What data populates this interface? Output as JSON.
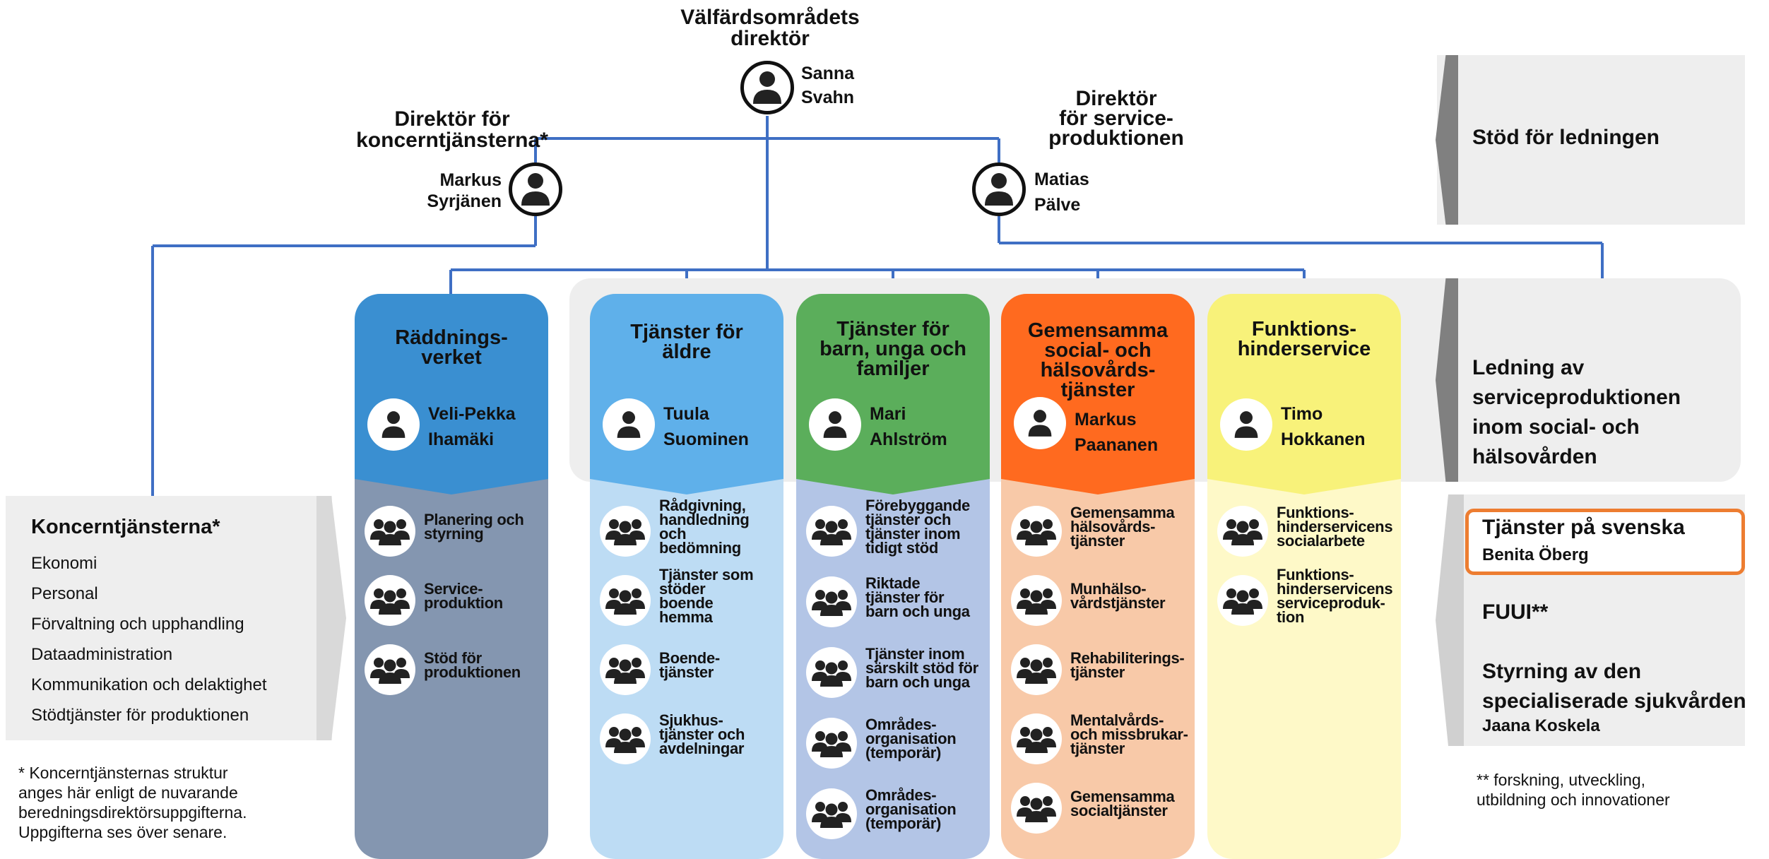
{
  "colors": {
    "line": "#3F6FC4",
    "raddning_top": "#3A8FD1",
    "raddning_bottom": "#8496B0",
    "aldre_top": "#5FB0EA",
    "aldre_bottom": "#BDDCF4",
    "barn_top": "#5BAE5B",
    "barn_bottom": "#B3C5E6",
    "gemensamma_top": "#FF6A1F",
    "gemensamma_bottom": "#F8C9A8",
    "funktion_top": "#F8F27A",
    "funktion_bottom": "#FEF9C8",
    "highlight_border": "#ED7D31"
  },
  "top": {
    "title": "Välfärdsområdets direktör",
    "name_first": "Sanna",
    "name_last": "Svahn"
  },
  "left_director": {
    "title_line1": "Direktör för",
    "title_line2": "koncerntjänsterna*",
    "name_first": "Markus",
    "name_last": "Syrjänen"
  },
  "right_director": {
    "title_line1": "Direktör",
    "title_line2": "för service-",
    "title_line3": "produktionen",
    "name_first": "Matias",
    "name_last": "Pälve"
  },
  "columns": [
    {
      "title": "Räddnings-\nverket",
      "head_first": "Veli-Pekka",
      "head_last": "Ihamäki",
      "items": [
        "Planering och\nstyrning",
        "Service-\nproduktion",
        "Stöd för\nproduktionen"
      ]
    },
    {
      "title": "Tjänster för\näldre",
      "head_first": "Tuula",
      "head_last": "Suominen",
      "items": [
        "Rådgivning,\nhandledning\noch\nbedömning",
        "Tjänster som\nstöder\nboende\nhemma",
        "Boende-\ntjänster",
        "Sjukhus-\ntjänster och\navdelningar"
      ]
    },
    {
      "title": "Tjänster för\nbarn, unga och\nfamiljer",
      "head_first": "Mari",
      "head_last": "Ahlström",
      "items": [
        "Förebyggande\ntjänster och\ntjänster inom\ntidigt stöd",
        "Riktade\ntjänster för\nbarn och unga",
        "Tjänster inom\nsärskilt stöd för\nbarn och unga",
        "Områdes-\norganisation\n(temporär)",
        "Områdes-\norganisation\n(temporär)"
      ]
    },
    {
      "title": "Gemensamma\nsocial- och\nhälsovårds-\ntjänster",
      "head_first": "Markus",
      "head_last": "Paananen",
      "items": [
        "Gemensamma\nhälsovårds-\ntjänster",
        "Munhälso-\nvårdstjänster",
        "Rehabiliterings-\ntjänster",
        "Mentalvårds-\noch missbrukar-\ntjänster",
        "Gemensamma\nsocialtjänster"
      ]
    },
    {
      "title": "Funktions-\nhinderservice",
      "head_first": "Timo",
      "head_last": "Hokkanen",
      "items": [
        "Funktions-\nhinderservicens\nsocialarbete",
        "Funktions-\nhinderservicens\nserviceproduk-\ntion"
      ]
    }
  ],
  "koncern": {
    "title": "Koncerntjänsterna*",
    "items": [
      "Ekonomi",
      "Personal",
      "Förvaltning och upphandling",
      "Dataadministration",
      "Kommunikation och delaktighet",
      "Stödtjänster för produktionen"
    ]
  },
  "footnote_left": "* Koncerntjänsternas struktur\nanges här enligt de nuvarande\nberedningsdirektörsuppgifterna.\nUppgifterna ses över senare.",
  "right": {
    "stod_title": "Stöd för ledningen",
    "ledning_title": "Ledning av\nserviceproduktionen\ninom social- och hälsovården",
    "svenska_title": "Tjänster på svenska",
    "svenska_name": "Benita Öberg",
    "fuui": "FUUI**",
    "styrning_title": "Styrning av den\nspecialiserade sjukvården",
    "styrning_name": "Jaana Koskela",
    "footnote": "** forskning, utveckling,\nutbildning och innovationer"
  }
}
